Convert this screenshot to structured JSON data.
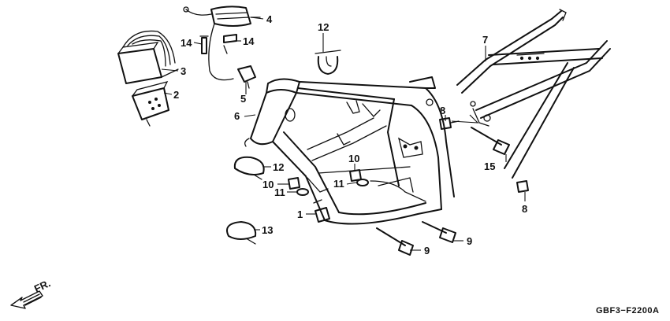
{
  "callouts": {
    "c1": "1",
    "c2": "2",
    "c3": "3",
    "c4": "4",
    "c5": "5",
    "c6": "6",
    "c7": "7",
    "c8a": "8",
    "c8b": "8",
    "c9a": "9",
    "c9b": "9",
    "c10a": "10",
    "c10b": "10",
    "c11a": "11",
    "c11b": "11",
    "c12a": "12",
    "c12b": "12",
    "c13": "13",
    "c14a": "14",
    "c14b": "14",
    "c15": "15"
  },
  "direction_label": "FR.",
  "diagram_code": "GBF3−F2200A"
}
